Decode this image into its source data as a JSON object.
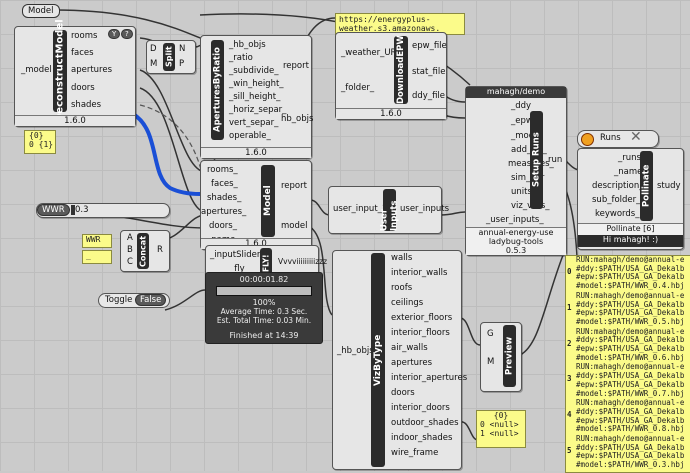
{
  "model_label": "Model",
  "deconstruct": {
    "title": "DeconstructModel",
    "input": "_model",
    "outputs": [
      "rooms",
      "faces",
      "apertures",
      "doors",
      "shades"
    ],
    "version": "1.6.0"
  },
  "split": {
    "title": "Split",
    "in_d": "D",
    "in_m": "M",
    "out_n": "N",
    "out_p": "P"
  },
  "apertures": {
    "title": "AperturesByRatio",
    "inputs": [
      "_hb_objs",
      "_ratio",
      "_subdivide_",
      "_win_height_",
      "_sill_height_",
      "_horiz_separ_",
      "vert_separ_",
      "operable_"
    ],
    "outputs": [
      "report",
      "hb_objs"
    ],
    "version": "1.6.0"
  },
  "url_panel": "https://energyplus-weather.s3.amazonaws.",
  "epw": {
    "title": "DownloadEPW",
    "inputs": [
      "_weather_URL",
      "_folder_"
    ],
    "outputs": [
      "epw_file",
      "stat_file",
      "ddy_file"
    ],
    "version": "1.6.0"
  },
  "setup": {
    "header": "mahagh/demo",
    "title": "Setup Runs",
    "inputs": [
      "_ddy",
      "_epw",
      "_model",
      "add_str_",
      "measures_",
      "sim_par",
      "units_",
      "viz_vars_",
      "_user_inputs_"
    ],
    "output": "run",
    "footer1": "annual-energy-use",
    "footer2": "ladybug-tools",
    "version": "0.5.3"
  },
  "runs_label": "Runs",
  "pollinate": {
    "title": "Pollinate",
    "inputs": [
      "_runs",
      "_name_",
      "description_",
      "sub_folder_",
      "keywords_"
    ],
    "output": "study",
    "footer": "Pollinate [6]",
    "greeting": "Hi mahagh! :)"
  },
  "list_panel": [
    "{0}",
    "0 {1}"
  ],
  "model": {
    "title": "Model",
    "inputs": [
      "rooms_",
      "faces_",
      "shades_",
      "apertures_",
      "doors_",
      "_name_"
    ],
    "outputs": [
      "report",
      "model"
    ],
    "version": "1.6.0"
  },
  "user_inputs": {
    "title": "User Inputs",
    "input": "user_input_1",
    "output": "user_inputs"
  },
  "wwr": {
    "label": "WWR",
    "value": "0.3"
  },
  "concat": {
    "title": "Concat",
    "inputs": [
      "A",
      "B",
      "C"
    ],
    "output": "R",
    "panel_a": "WWR",
    "panel_b": "_"
  },
  "fly": {
    "title": "FLY!",
    "input1": "_inputSliders",
    "input2": "_fly",
    "output": "Vvvviiiiiiiiizzz",
    "time": "00:00:01.82",
    "percent": "100%",
    "progress": 100,
    "avg": "Average Time: 0.3 Sec.",
    "est": "Est. Total Time: 0.03 Min.",
    "finished": "Finished at 14:39"
  },
  "toggle": {
    "label": "Toggle",
    "value": "False"
  },
  "viz": {
    "title": "VizByType",
    "input": "_hb_objs",
    "outputs": [
      "walls",
      "interior_walls",
      "roofs",
      "ceilings",
      "exterior_floors",
      "interior_floors",
      "air_walls",
      "apertures",
      "interior_apertures",
      "doors",
      "interior_doors",
      "outdoor_shades",
      "indoor_shades",
      "wire_frame"
    ]
  },
  "preview": {
    "title": "Preview",
    "in_g": "G",
    "in_m": "M"
  },
  "null_panel": {
    "header": "{0}",
    "rows": [
      "0 <null>",
      "1 <null>"
    ]
  },
  "run_panel": {
    "rows": [
      [
        "RUN:mahagh/demo@annual-e",
        "#ddy:$PATH/USA_GA_Dekalb",
        "#epw:$PATH/USA_GA_Dekalb",
        "#model:$PATH/WWR_0.4.hbj"
      ],
      [
        "RUN:mahagh/demo@annual-e",
        "#ddy:$PATH/USA_GA_Dekalb",
        "#epw:$PATH/USA_GA_Dekalb",
        "#model:$PATH/WWR_0.5.hbj"
      ],
      [
        "RUN:mahagh/demo@annual-e",
        "#ddy:$PATH/USA_GA_Dekalb",
        "#epw:$PATH/USA_GA_Dekalb",
        "#model:$PATH/WWR_0.6.hbj"
      ],
      [
        "RUN:mahagh/demo@annual-e",
        "#ddy:$PATH/USA_GA_Dekalb",
        "#epw:$PATH/USA_GA_Dekalb",
        "#model:$PATH/WWR_0.7.hbj"
      ],
      [
        "RUN:mahagh/demo@annual-e",
        "#ddy:$PATH/USA_GA_Dekalb",
        "#epw:$PATH/USA_GA_Dekalb",
        "#model:$PATH/WWR_0.8.hbj"
      ],
      [
        "RUN:mahagh/demo@annual-e",
        "#ddy:$PATH/USA_GA_Dekalb",
        "#epw:$PATH/USA_GA_Dekalb",
        "#model:$PATH/WWR_0.3.hbj"
      ]
    ],
    "indices": [
      "0",
      "1",
      "2",
      "3",
      "4",
      "5"
    ]
  },
  "colors": {
    "accent_wire": "#1a4fd6",
    "panel_yellow": "#fbfb8a",
    "bar_dark": "#2b2b2b"
  }
}
